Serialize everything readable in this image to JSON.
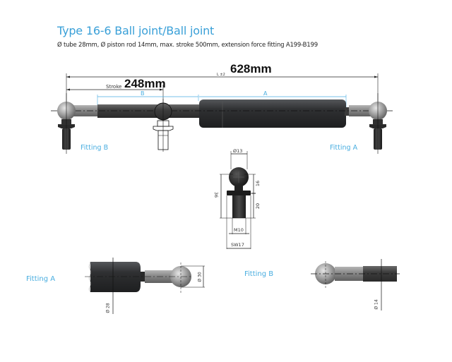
{
  "header": {
    "title": "Type 16-6 Ball joint/Ball joint",
    "subtitle": "Ø tube 28mm, Ø piston rod 14mm, max. stroke 500mm, extension force fitting A199-B199"
  },
  "main_drawing": {
    "overall_length_label": "628mm",
    "length_symbol": "L ±2",
    "stroke_prefix": "Stroke",
    "stroke_value": "248mm",
    "dim_a": "A",
    "dim_b": "B",
    "fitting_b_label": "Fitting B",
    "fitting_a_label": "Fitting A"
  },
  "ball_stud_detail": {
    "ball_diameter": "Ø13",
    "total_height": "36",
    "upper_height": "16",
    "thread_length": "20",
    "thread": "M10",
    "wrench_size": "SW17"
  },
  "fitting_a_detail": {
    "label": "Fitting A",
    "tube_diameter": "Ø 28",
    "ball_dim": "Ø 30"
  },
  "fitting_b_detail": {
    "label": "Fitting B",
    "rod_diameter": "Ø 14"
  },
  "colors": {
    "accent_blue": "#3aa0d8",
    "tube_dark": "#2e2e30",
    "rod_grey": "#8a8a8a"
  }
}
